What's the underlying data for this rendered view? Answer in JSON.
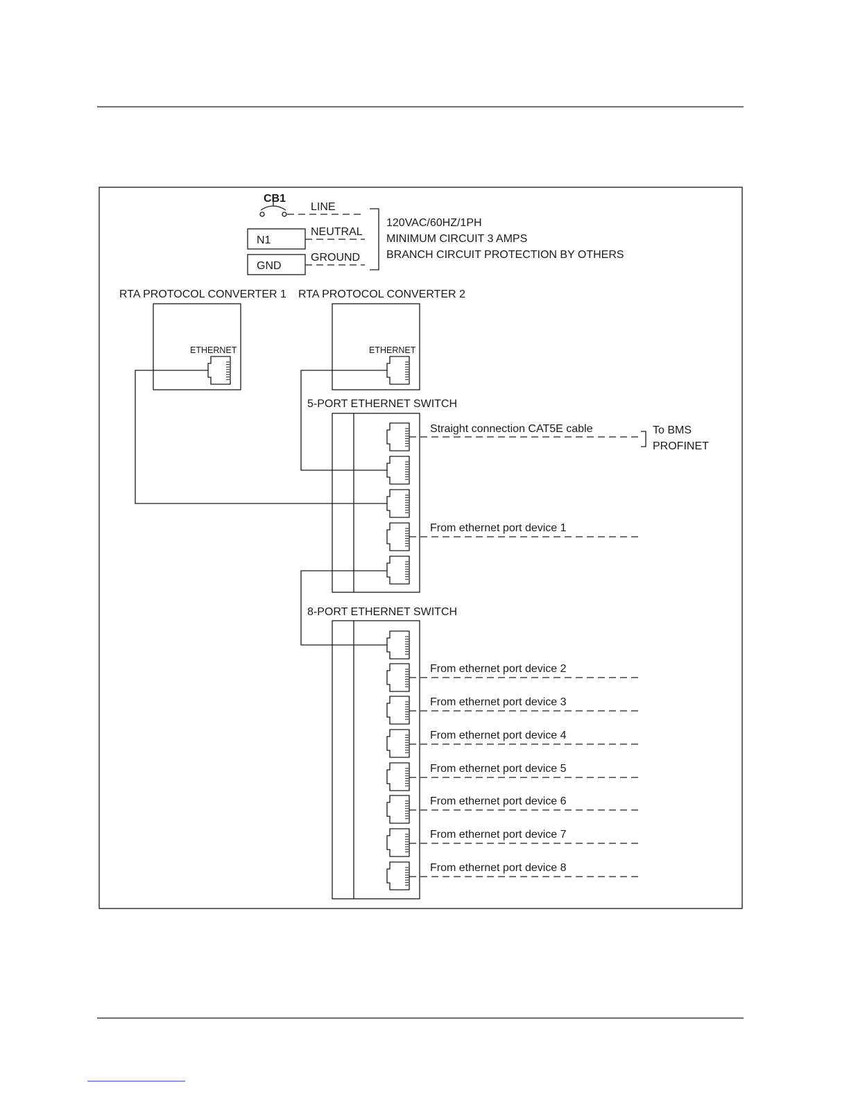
{
  "power": {
    "breaker": "CB1",
    "line": "LINE",
    "neutral": "NEUTRAL",
    "ground": "GROUND",
    "n1": "N1",
    "gnd": "GND",
    "spec_line1": "120VAC/60HZ/1PH",
    "spec_line2": "MINIMUM CIRCUIT 3 AMPS",
    "spec_line3": "BRANCH CIRCUIT PROTECTION BY OTHERS"
  },
  "converter1": {
    "title": "RTA  PROTOCOL CONVERTER 1",
    "port": "ETHERNET"
  },
  "converter2": {
    "title": "RTA  PROTOCOL CONVERTER 2",
    "port": "ETHERNET"
  },
  "switch5": {
    "title": "5-PORT ETHERNET SWITCH",
    "cable_label": "Straight connection CAT5E cable",
    "bms_line1": "To BMS",
    "bms_line2": "PROFINET",
    "device1": "From ethernet port device 1"
  },
  "switch8": {
    "title": "8-PORT ETHERNET SWITCH",
    "devices": [
      "From ethernet port device 2",
      "From ethernet port device 3",
      "From ethernet port device 4",
      "From ethernet port device 5",
      "From ethernet port device 6",
      "From ethernet port device 7",
      "From ethernet port device 8"
    ]
  },
  "colors": {
    "line": "#1a1a1a",
    "footer_link": "#3b5bdb"
  }
}
